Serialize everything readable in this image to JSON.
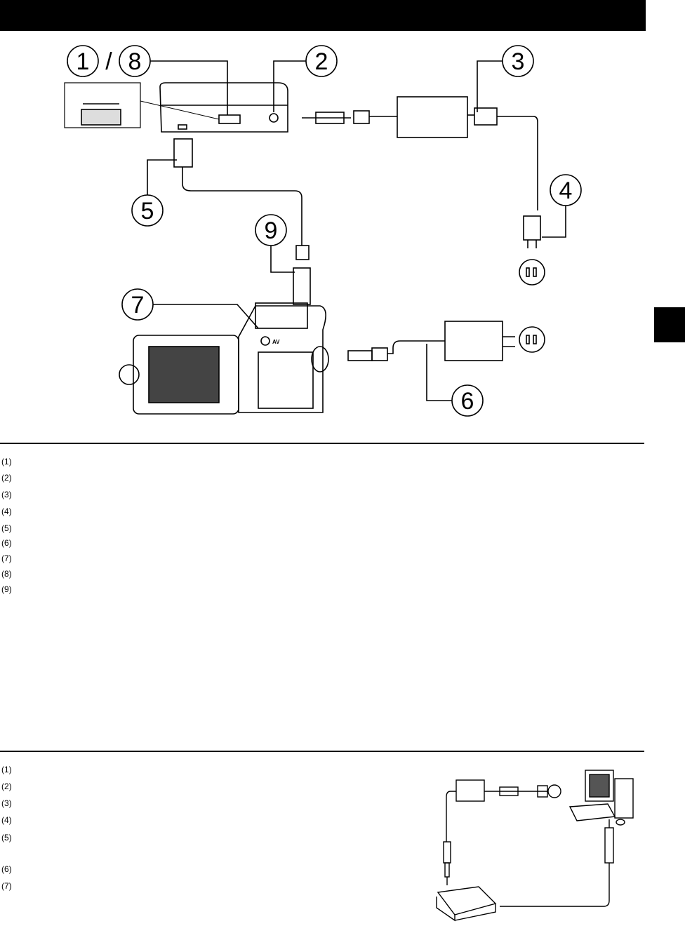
{
  "figure1": {
    "callouts": [
      "1",
      "/",
      "8",
      "2",
      "3",
      "4",
      "5",
      "9",
      "7",
      "6"
    ],
    "jack_label": "AV"
  },
  "section1": {
    "steps": [
      "1",
      "2",
      "3",
      "4",
      "5",
      "6",
      "7",
      "8",
      "9"
    ]
  },
  "section2": {
    "steps": [
      "1",
      "2",
      "3",
      "4",
      "5",
      "6",
      "7"
    ]
  }
}
